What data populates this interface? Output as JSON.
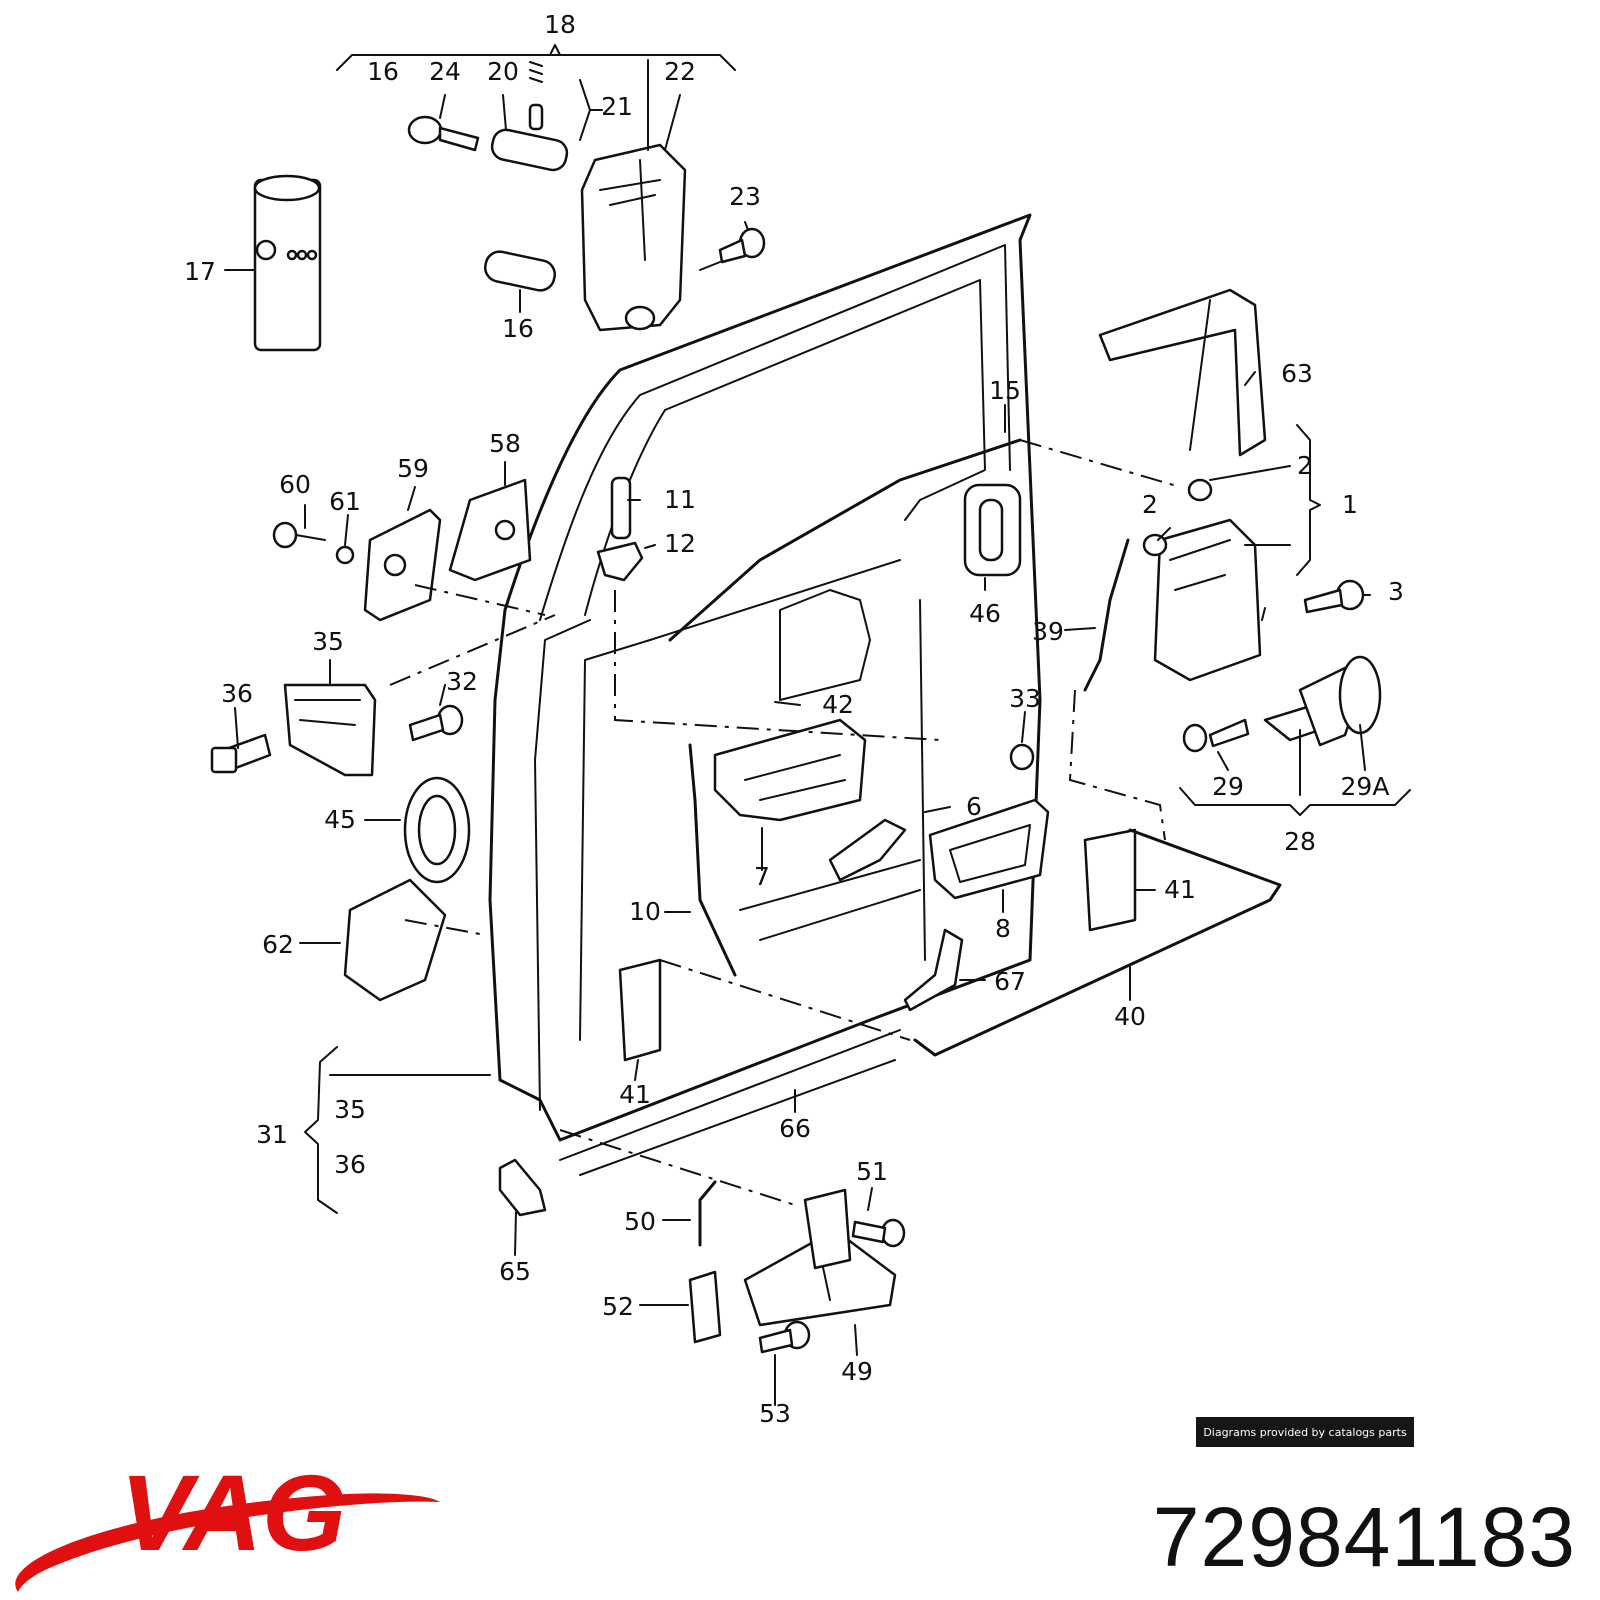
{
  "callouts": [
    "1",
    "2",
    "2",
    "3",
    "6",
    "7",
    "8",
    "10",
    "11",
    "12",
    "15",
    "16",
    "16",
    "17",
    "18",
    "20",
    "21",
    "22",
    "23",
    "24",
    "28",
    "29",
    "29A",
    "31",
    "32",
    "33",
    "35",
    "35",
    "36",
    "36",
    "39",
    "40",
    "41",
    "41",
    "42",
    "45",
    "46",
    "49",
    "50",
    "51",
    "52",
    "53",
    "58",
    "59",
    "60",
    "61",
    "62",
    "63",
    "65",
    "66",
    "67"
  ],
  "credit": "Diagrams provided by catalogs parts",
  "part_number": "729841183",
  "brand": "VAG",
  "colors": {
    "brand_red": "#e01010",
    "ink": "#111111",
    "credit_bg": "#161616"
  }
}
